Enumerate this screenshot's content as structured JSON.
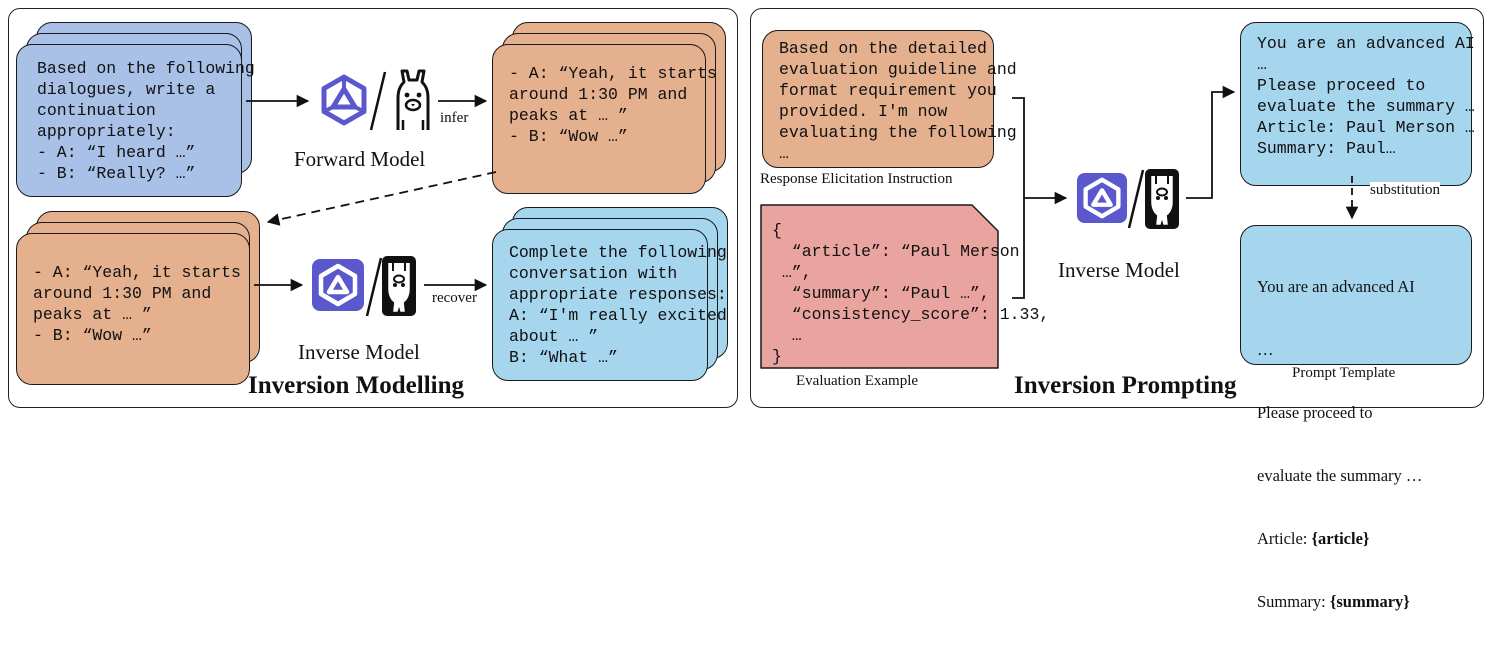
{
  "left": {
    "title": "Inversion Modelling",
    "forward_model_label": "Forward Model",
    "inverse_model_label": "Inverse Model",
    "infer_label": "infer",
    "recover_label": "recover",
    "card_input": "Based on the following\ndialogues, write a\ncontinuation\nappropriately:\n- A: “I heard …”\n- B: “Really? …”",
    "card_output": "- A: “Yeah, it starts\naround 1:30 PM and\npeaks at … ”\n- B: “Wow …”",
    "card_inverse_input": "- A: “Yeah, it starts\naround 1:30 PM and\npeaks at … ”\n- B: “Wow …”",
    "card_recovered": "Complete the following\nconversation with\nappropriate responses:\nA: “I'm really excited\nabout … ”\nB: “What …”"
  },
  "right": {
    "title": "Inversion Prompting",
    "inverse_model_label": "Inverse Model",
    "substitution_label": "substitution",
    "instruction_card": "Based on the detailed\nevaluation guideline and\nformat requirement you\nprovided. I'm now\nevaluating the following\n…",
    "instruction_caption": "Response Elicitation Instruction",
    "example_card": "{\n  “article”: “Paul Merson\n …”,\n  “summary”: “Paul …”,\n  “consistency_score”: 1.33,\n  …\n}",
    "example_caption": "Evaluation Example",
    "prompt_top": "You are an advanced AI\n…\nPlease proceed to\nevaluate the summary …\nArticle: Paul Merson …\nSummary: Paul…",
    "template_line1": "You are an advanced AI",
    "template_line2": "…",
    "template_line3": "Please proceed to",
    "template_line4": "evaluate the summary …",
    "template_article_prefix": "Article: ",
    "template_article_slot": "{article}",
    "template_summary_prefix": "Summary: ",
    "template_summary_slot": "{summary}",
    "template_caption": "Prompt Template"
  },
  "colors": {
    "blue_card": "#a9c1e6",
    "orange_card": "#e4b08e",
    "cyan_card": "#a6d6ee",
    "pink_card": "#e9a4a0",
    "qwen_logo": "#5a58cc"
  },
  "icons": [
    "qwen-logo-icon",
    "llama-icon",
    "inverse-llama-icon"
  ]
}
